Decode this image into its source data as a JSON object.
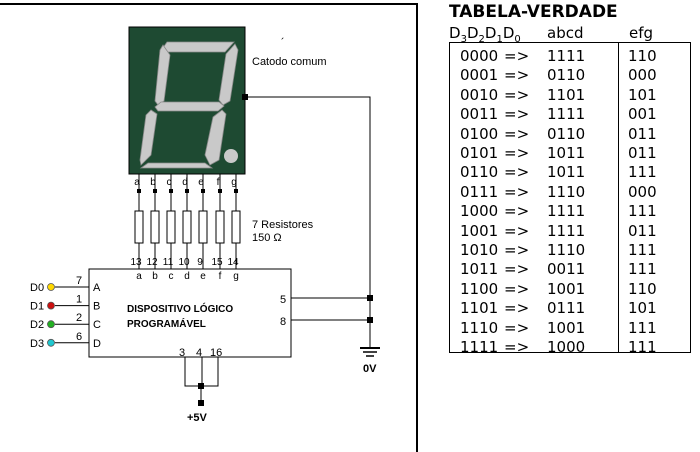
{
  "circuit": {
    "display_label": "Catodo comum",
    "segment_pins": [
      "a",
      "b",
      "c",
      "d",
      "e",
      "f",
      "g"
    ],
    "resistor_label_line1": "7 Resistores",
    "resistor_label_line2": "150 Ω",
    "device_pin_numbers": [
      "13",
      "12",
      "11",
      "10",
      "9",
      "15",
      "14"
    ],
    "device_segment_labels": [
      "a",
      "b",
      "c",
      "d",
      "e",
      "f",
      "g"
    ],
    "device_title_line1": "DISPOSITIVO LÓGICO",
    "device_title_line2": "PROGRAMÁVEL",
    "inputs": [
      {
        "name": "D0",
        "pin": "7",
        "port": "A",
        "led_color": "#ffd800"
      },
      {
        "name": "D1",
        "pin": "1",
        "port": "B",
        "led_color": "#cc1010"
      },
      {
        "name": "D2",
        "pin": "2",
        "port": "C",
        "led_color": "#22b022"
      },
      {
        "name": "D3",
        "pin": "6",
        "port": "D",
        "led_color": "#20c8d0"
      }
    ],
    "right_pins": [
      "5",
      "8"
    ],
    "bottom_pins": [
      "3",
      "4",
      "16"
    ],
    "supply_label": "+5V",
    "ground_label": "0V",
    "display_color": "#1e4a32",
    "segment_color": "#c9c9c9"
  },
  "table": {
    "title": "TABELA-VERDADE",
    "headers": [
      "D3D2D1D0",
      "abcd",
      "efg"
    ],
    "arrow": "=>",
    "rows": [
      {
        "input": "0000",
        "abcd": "1111",
        "efg": "110"
      },
      {
        "input": "0001",
        "abcd": "0110",
        "efg": "000"
      },
      {
        "input": "0010",
        "abcd": "1101",
        "efg": "101"
      },
      {
        "input": "0011",
        "abcd": "1111",
        "efg": "001"
      },
      {
        "input": "0100",
        "abcd": "0110",
        "efg": "011"
      },
      {
        "input": "0101",
        "abcd": "1011",
        "efg": "011"
      },
      {
        "input": "0110",
        "abcd": "1011",
        "efg": "111"
      },
      {
        "input": "0111",
        "abcd": "1110",
        "efg": "000"
      },
      {
        "input": "1000",
        "abcd": "1111",
        "efg": "111"
      },
      {
        "input": "1001",
        "abcd": "1111",
        "efg": "011"
      },
      {
        "input": "1010",
        "abcd": "1110",
        "efg": "111"
      },
      {
        "input": "1011",
        "abcd": "0011",
        "efg": "111"
      },
      {
        "input": "1100",
        "abcd": "1001",
        "efg": "110"
      },
      {
        "input": "1101",
        "abcd": "0111",
        "efg": "101"
      },
      {
        "input": "1110",
        "abcd": "1001",
        "efg": "111"
      },
      {
        "input": "1111",
        "abcd": "1000",
        "efg": "111"
      }
    ]
  }
}
